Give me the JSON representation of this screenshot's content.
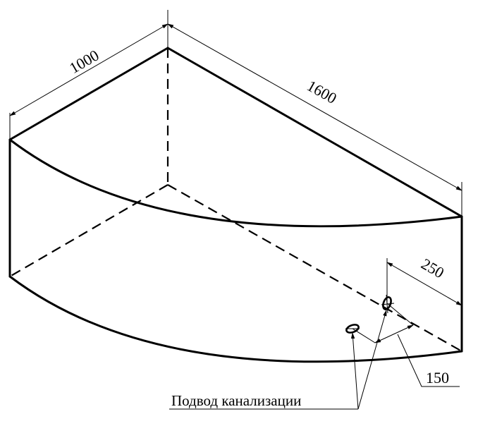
{
  "dimensions": {
    "depth": "1000",
    "length": "1600",
    "drain_offset_side": "250",
    "drain_offset_front": "150"
  },
  "callout": {
    "label": "Подвод канализации"
  }
}
